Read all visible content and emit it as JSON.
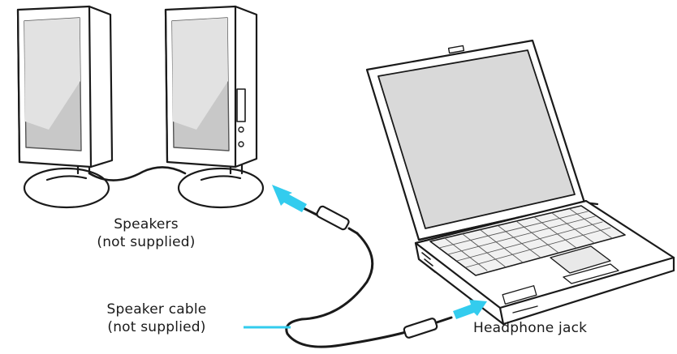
{
  "labels": {
    "speakers": {
      "line1": "Speakers",
      "line2": "(not supplied)"
    },
    "cable": {
      "line1": "Speaker cable",
      "line2": "(not supplied)"
    },
    "jack": "Headphone jack"
  },
  "colors": {
    "accent": "#33ccee",
    "line": "#1a1a1a",
    "panel": "#c8c8c8",
    "screen": "#d9d9d9"
  },
  "icons": [
    "left-speaker-icon",
    "right-speaker-icon",
    "laptop-icon",
    "speaker-cable-icon",
    "arrow-to-speaker-icon",
    "arrow-to-jack-icon",
    "pointer-line-icon"
  ]
}
